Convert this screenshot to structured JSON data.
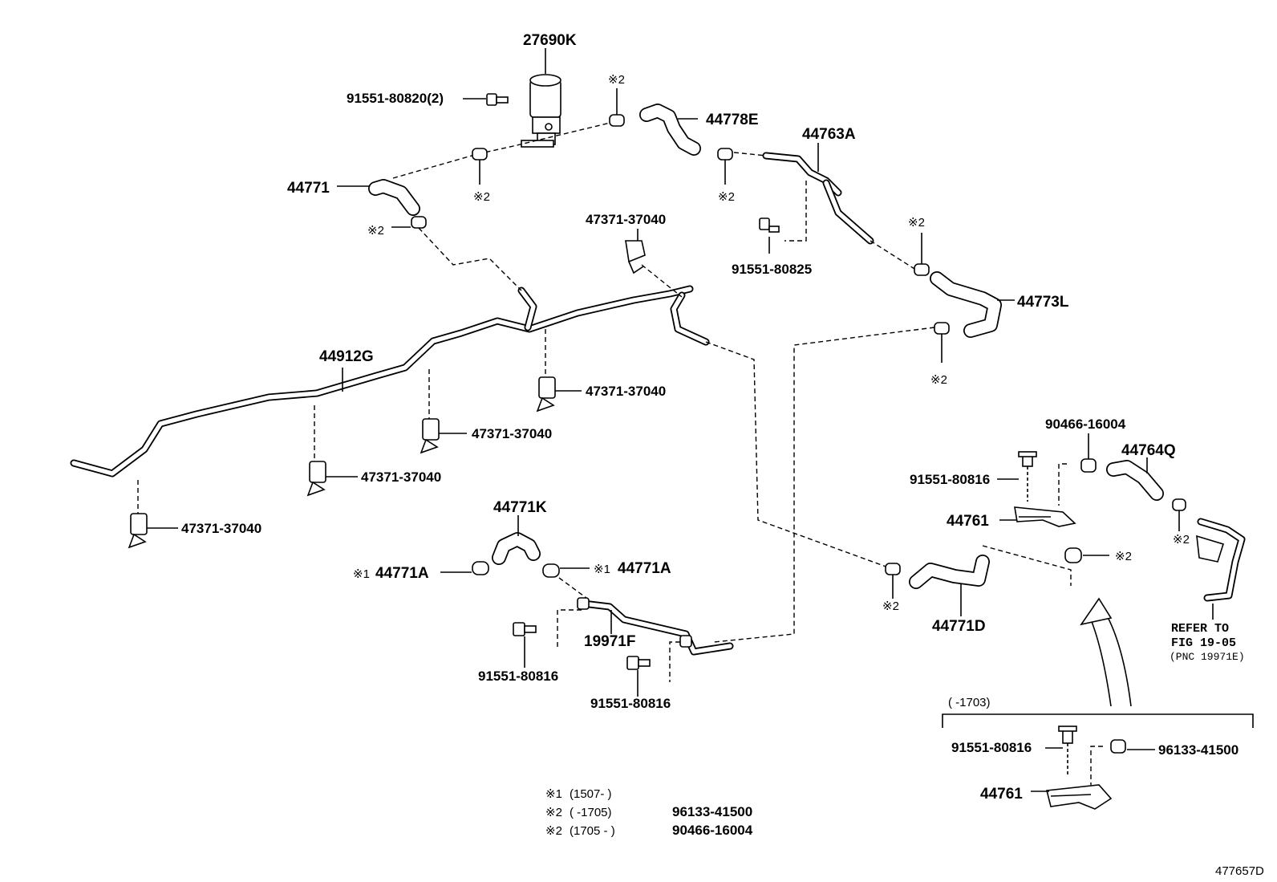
{
  "labels": {
    "p27690K": "27690K",
    "p91551_80820_2": "91551-80820(2)",
    "p44778E": "44778E",
    "p44763A": "44763A",
    "p44771": "44771",
    "p47371_top": "47371-37040",
    "p91551_80825": "91551-80825",
    "p44773L": "44773L",
    "p44912G": "44912G",
    "p47371_c1": "47371-37040",
    "p47371_c2": "47371-37040",
    "p47371_c3": "47371-37040",
    "p47371_c4": "47371-37040",
    "p90466_16004": "90466-16004",
    "p44764Q": "44764Q",
    "p91551_80816_r": "91551-80816",
    "p44761_r": "44761",
    "p44771K": "44771K",
    "p44771A_l": "44771A",
    "p44771A_r": "44771A",
    "p19971F": "19971F",
    "p91551_80816_a": "91551-80816",
    "p91551_80816_b": "91551-80816",
    "p44771D": "44771D",
    "p91551_80816_box": "91551-80816",
    "p96133_41500": "96133-41500",
    "p44761_box": "44761",
    "refer_l1": "REFER TO",
    "refer_l2": "FIG 19-05",
    "refer_l3": "(PNC 19971E)",
    "box_range": "(          -1703)",
    "mark1": "※1",
    "mark2": "※2",
    "diagram_id": "477657D"
  },
  "legend": [
    {
      "mark": "※1",
      "range": "(1507-        )",
      "part": ""
    },
    {
      "mark": "※2",
      "range": "(        -1705)",
      "part": "96133-41500"
    },
    {
      "mark": "※2",
      "range": "(1705 -        )",
      "part": "90466-16004"
    }
  ]
}
